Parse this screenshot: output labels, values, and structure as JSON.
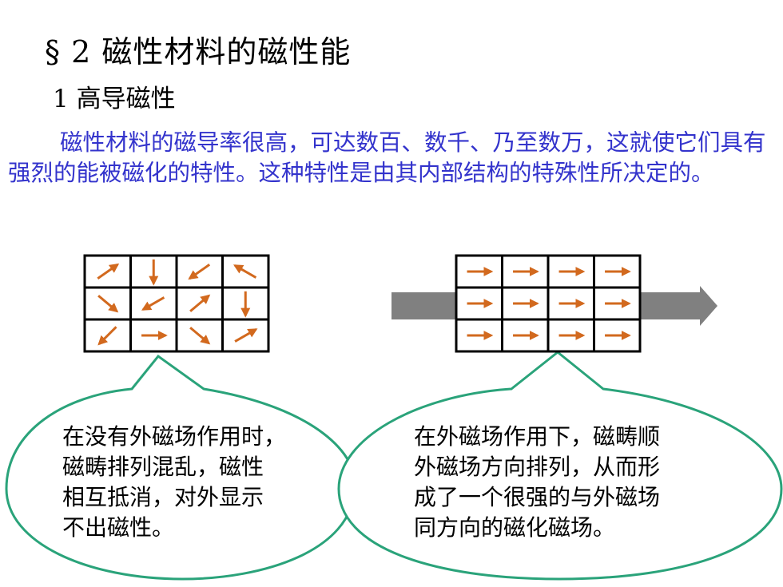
{
  "title": "§ 2  磁性材料的磁性能",
  "section": "1  高导磁性",
  "paragraph": "磁性材料的磁导率很高，可达数百、数千、乃至数万，这就使它们具有强烈的能被磁化的特性。这种特性是由其内部结构的特殊性所决定的。",
  "bubbles": {
    "left": [
      "在没有外磁场作用时，",
      "磁畴排列混乱，磁性",
      "相互抵消，对外显示",
      "不出磁性。"
    ],
    "right": [
      "在外磁场作用下，磁畴顺",
      "外磁场方向排列，从而形",
      "成了一个很强的与外磁场",
      "同方向的磁化磁场。"
    ]
  },
  "colors": {
    "paragraph_text": "#3333cc",
    "domain_arrow": "#d2691e",
    "bubble_outline": "#2aa37a",
    "field_arrow": "#808080"
  },
  "domains": {
    "left_arrow_angles_deg": [
      [
        -35,
        90,
        145,
        -150
      ],
      [
        40,
        150,
        -40,
        90
      ],
      [
        135,
        0,
        40,
        -30
      ]
    ],
    "right_arrow_angles_deg": [
      [
        0,
        0,
        0,
        0
      ],
      [
        0,
        0,
        0,
        0
      ],
      [
        0,
        0,
        0,
        0
      ]
    ]
  }
}
